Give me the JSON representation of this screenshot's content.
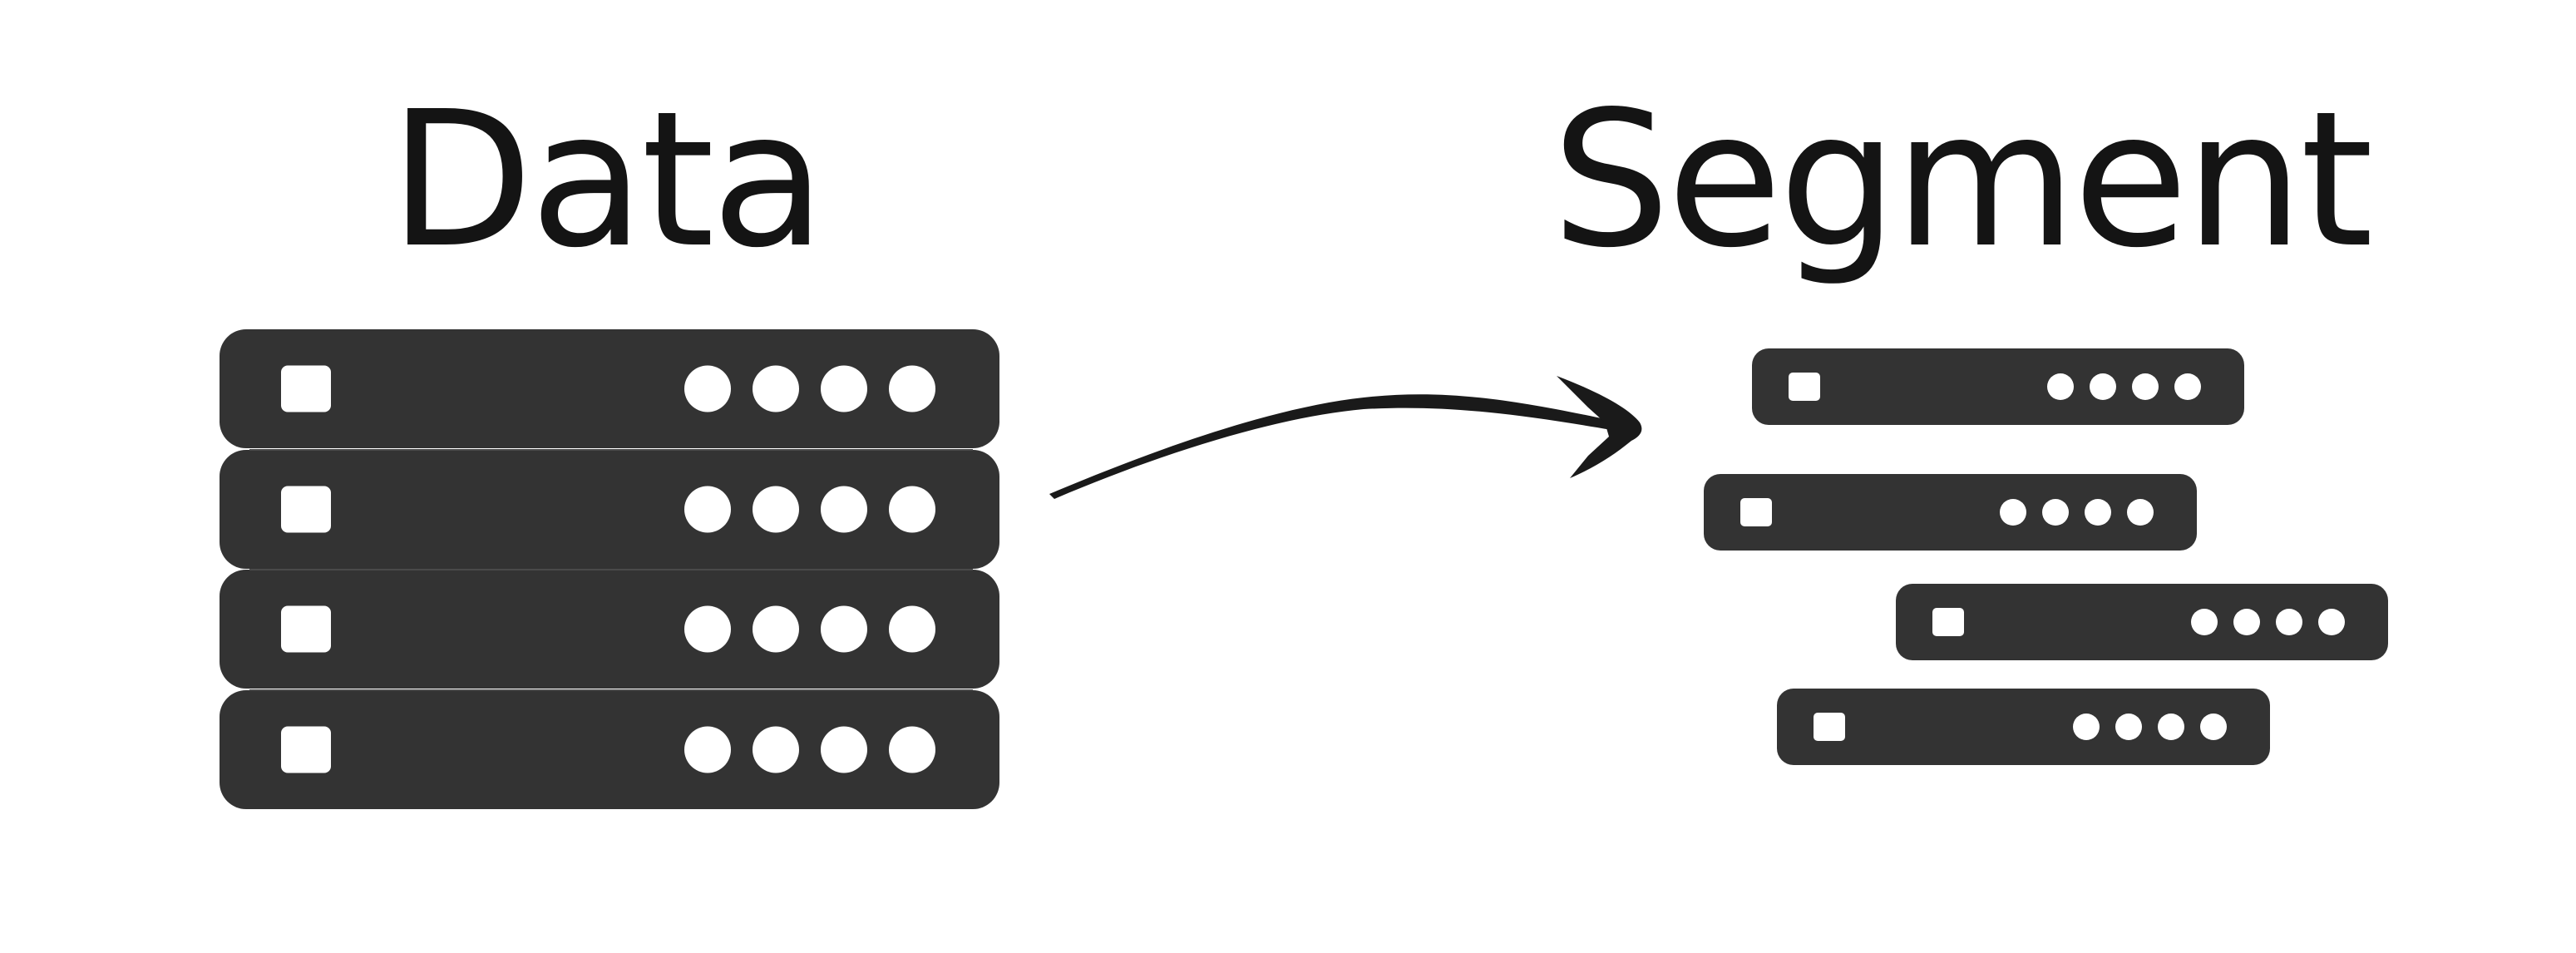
{
  "headings": {
    "left": "Data",
    "right": "Segment"
  },
  "colors": {
    "server": "#333333",
    "hole": "#ffffff",
    "text": "#141414",
    "arrow": "#1a1a1a"
  },
  "icons": {
    "data_stack": "server-stack-icon",
    "arrow": "curved-arrow-icon",
    "segments": "server-unit-icon"
  },
  "data_stack": {
    "unit_count": 4,
    "leds_per_unit": 4
  },
  "segments": {
    "unit_count": 4,
    "leds_per_unit": 4
  }
}
